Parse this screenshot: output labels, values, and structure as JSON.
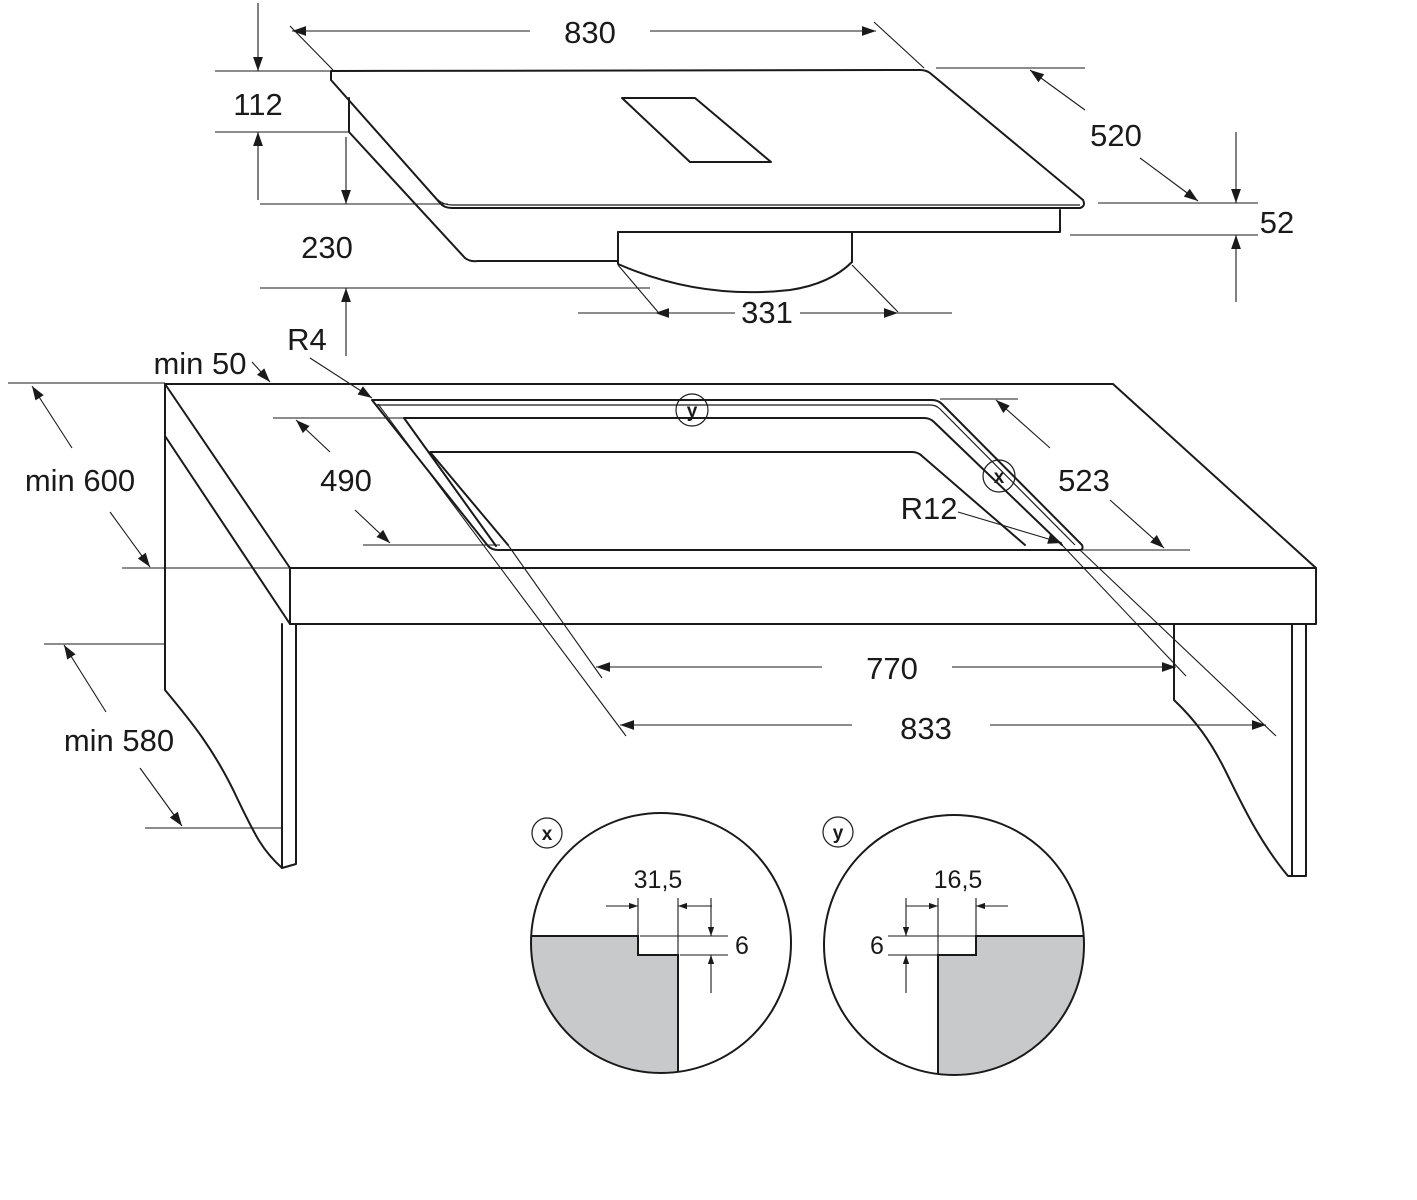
{
  "hob": {
    "width_label": "830",
    "depth_label": "520",
    "front_height_label": "112",
    "total_height_label": "230",
    "body_height_label": "52",
    "unit_width_label": "331"
  },
  "worktop": {
    "side_margin_label": "min 50",
    "corner_radius_label": "R4",
    "depth_label": "min 600",
    "gap_label": "min 580",
    "inner_depth_label": "490",
    "outer_depth_label": "523",
    "inner_radius_label": "R12",
    "inner_width_label": "770",
    "outer_width_label": "833"
  },
  "markers": {
    "x": "x",
    "y": "y"
  },
  "detail_x": {
    "marker": "x",
    "width_label": "31,5",
    "depth_label": "6"
  },
  "detail_y": {
    "marker": "y",
    "width_label": "16,5",
    "depth_label": "6"
  },
  "colors": {
    "line": "#1a1a1a",
    "section_fill": "#c8c9cb",
    "background": "#ffffff"
  }
}
